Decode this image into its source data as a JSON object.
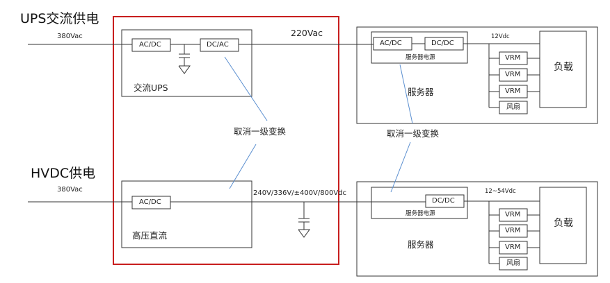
{
  "colors": {
    "line": "#333333",
    "highlight": "#c81e1e",
    "cancel_line": "#5b8fd0"
  },
  "top_section": {
    "title": "UPS交流供电",
    "input_voltage": "380Vac",
    "ac_dc_left": "AC/DC",
    "dc_ac": "DC/AC",
    "ups_label": "交流UPS",
    "output_voltage": "220Vac",
    "cancel_label": "取消一级变换",
    "server": {
      "ac_dc": "AC/DC",
      "dc_dc": "DC/DC",
      "psu_label": "服务器电源",
      "voltage": "12Vdc",
      "vrm": [
        "VRM",
        "VRM",
        "VRM"
      ],
      "fan": "风扇",
      "load": "负载",
      "server_label": "服务器"
    },
    "server_cancel_label": "取消一级变换"
  },
  "bottom_section": {
    "title": "HVDC供电",
    "input_voltage": "380Vac",
    "ac_dc": "AC/DC",
    "hvdc_label": "高压直流",
    "output_voltage": "240V/336V/±400V/800Vdc",
    "server": {
      "dc_dc": "DC/DC",
      "psu_label": "服务器电源",
      "voltage": "12~54Vdc",
      "vrm": [
        "VRM",
        "VRM",
        "VRM"
      ],
      "fan": "风扇",
      "load": "负载",
      "server_label": "服务器"
    }
  }
}
